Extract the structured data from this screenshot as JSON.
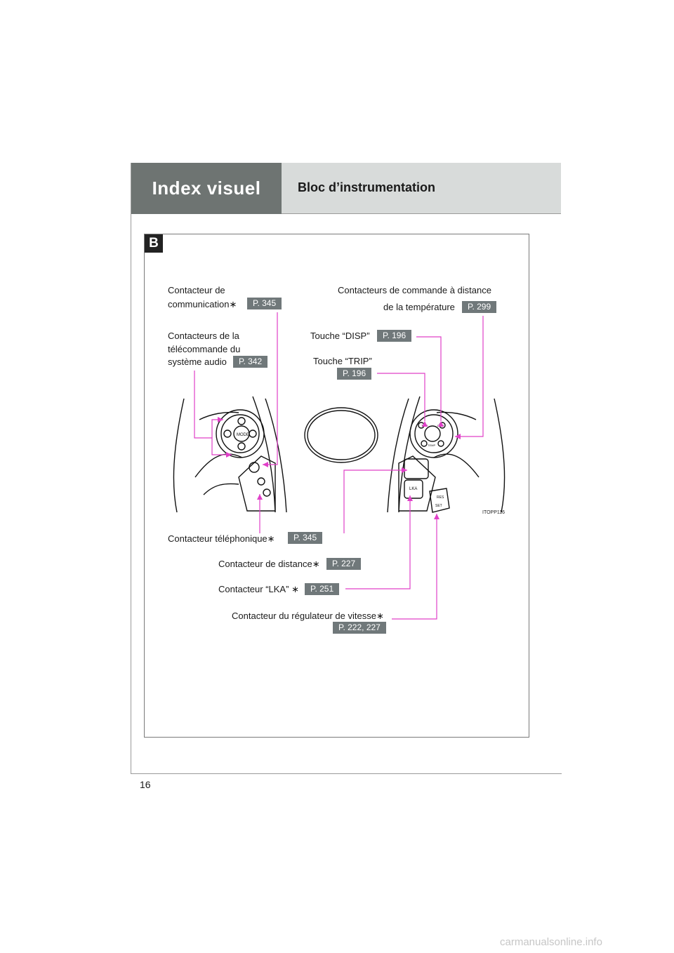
{
  "header": {
    "section": "Index visuel",
    "title": "Bloc d’instrumentation"
  },
  "badge": "B",
  "figure_code": "ITOPP116",
  "labels": {
    "comm_line1": "Contacteur de",
    "comm_line2": "communication",
    "comm_ref": "P. 345",
    "audio_line1": "Contacteurs de la",
    "audio_line2": "télécommande du",
    "audio_line3": "système audio",
    "audio_ref": "P. 342",
    "temp_line1": "Contacteurs de commande à distance",
    "temp_line2": "de la température",
    "temp_ref": "P. 299",
    "disp": "Touche “DISP”",
    "disp_ref": "P. 196",
    "trip": "Touche “TRIP”",
    "trip_ref": "P. 196",
    "phone": "Contacteur téléphonique",
    "phone_ref": "P. 345",
    "distance": "Contacteur de distance",
    "distance_ref": "P. 227",
    "lka": "Contacteur “LKA”",
    "lka_ref": "P. 251",
    "cruise": "Contacteur du régulateur de vitesse",
    "cruise_ref": "P. 222, 227"
  },
  "switch_text": {
    "mode": "MODE",
    "temp": "TEMP",
    "trip": "TRIP",
    "disp": "DISP",
    "lka": "LKA",
    "res": "RES",
    "set": "SET"
  },
  "colors": {
    "leader": "#e040c8",
    "ref_bg": "#70787a",
    "header_dark": "#6e7472",
    "header_light": "#d8dbda"
  },
  "page_number": "16",
  "watermark": "carmanualsonline.info"
}
